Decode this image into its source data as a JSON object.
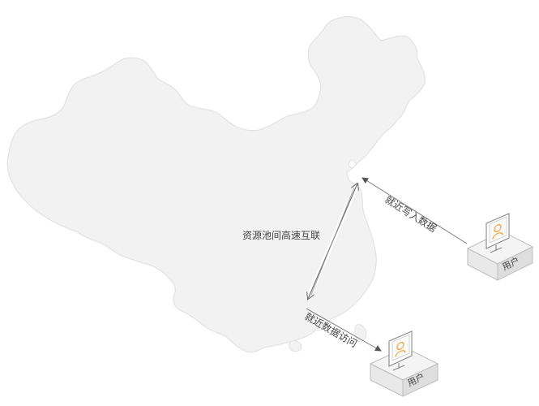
{
  "diagram": {
    "link_label": "资源池间高速互联",
    "write_label": "就近写入数据",
    "access_label": "就近数据访问",
    "users": [
      {
        "label": "用户"
      },
      {
        "label": "用户"
      }
    ],
    "colors": {
      "map_fill": "#f2f2f2",
      "map_stroke": "#e2e2e2",
      "line": "#777777",
      "user_icon": "#f0a030",
      "box_top": "#f4f4f4",
      "box_left": "#e9e9e9",
      "box_right": "#dedede"
    },
    "icons": [
      "china-map",
      "double-arrow-icon",
      "arrow-icon",
      "monitor-icon",
      "user-icon"
    ]
  }
}
